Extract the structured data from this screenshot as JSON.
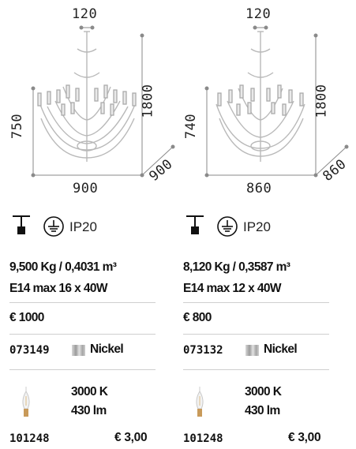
{
  "products": [
    {
      "dimensions": {
        "top": "120",
        "height": "1800",
        "body_height": "750",
        "width": "900",
        "depth": "900"
      },
      "protection": "IP20",
      "weight_volume": "9,500 Kg / 0,4031 m³",
      "lamp_spec": "E14 max 16 x 40W",
      "price": "€ 1000",
      "code": "073149",
      "finish": "Nickel",
      "bulb": {
        "temperature": "3000 K",
        "lumen": "430 lm",
        "code": "101248",
        "price": "€ 3,00"
      }
    },
    {
      "dimensions": {
        "top": "120",
        "height": "1800",
        "body_height": "740",
        "width": "860",
        "depth": "860"
      },
      "protection": "IP20",
      "weight_volume": "8,120 Kg / 0,3587 m³",
      "lamp_spec": "E14 max 12 x 40W",
      "price": "€ 800",
      "code": "073132",
      "finish": "Nickel",
      "bulb": {
        "temperature": "3000 K",
        "lumen": "430 lm",
        "code": "101248",
        "price": "€ 3,00"
      }
    }
  ],
  "colors": {
    "dimension_line": "#8a8a8a",
    "divider": "#cfcfcf",
    "crystal": "#b9b9b9"
  },
  "icons": [
    "ceiling-mount-icon",
    "ground-symbol-icon",
    "led-filament-bulb-icon",
    "finish-swatch-icon"
  ]
}
